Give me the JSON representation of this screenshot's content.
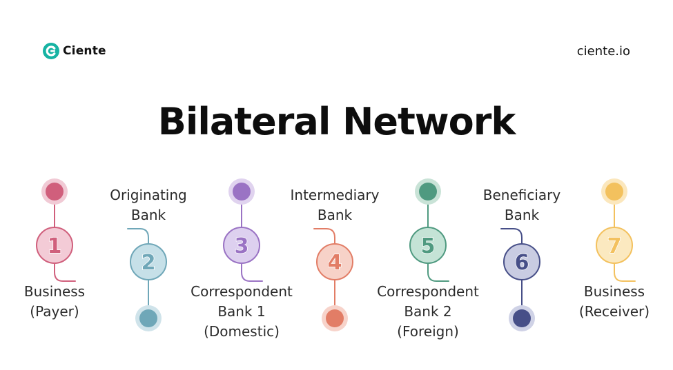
{
  "brand": {
    "name": "Ciente",
    "site": "ciente.io"
  },
  "title": "Bilateral Network",
  "steps": [
    {
      "number": "1",
      "label": [
        "Business",
        "(Payer)"
      ],
      "position": "top",
      "color": "#d05f7c",
      "fill": "#f3cbd6",
      "halo": "#f1cad5"
    },
    {
      "number": "2",
      "label": [
        "Originating",
        "Bank"
      ],
      "position": "bottom",
      "color": "#6fa7b8",
      "fill": "#c6e0e8",
      "halo": "#cfe3ea"
    },
    {
      "number": "3",
      "label": [
        "Correspondent",
        "Bank 1",
        "(Domestic)"
      ],
      "position": "top",
      "color": "#9a73c4",
      "fill": "#ddd0ef",
      "halo": "#e0d3ef"
    },
    {
      "number": "4",
      "label": [
        "Intermediary",
        "Bank"
      ],
      "position": "bottom",
      "color": "#e27d66",
      "fill": "#f7d2c8",
      "halo": "#f7d3ca"
    },
    {
      "number": "5",
      "label": [
        "Correspondent",
        "Bank 2",
        "(Foreign)"
      ],
      "position": "top",
      "color": "#4f9a80",
      "fill": "#c4e3d6",
      "halo": "#c9e3d7"
    },
    {
      "number": "6",
      "label": [
        "Beneficiary",
        "Bank"
      ],
      "position": "bottom",
      "color": "#474f88",
      "fill": "#c9cce2",
      "halo": "#cfd2e6"
    },
    {
      "number": "7",
      "label": [
        "Business",
        "(Receiver)"
      ],
      "position": "top",
      "color": "#f3c15e",
      "fill": "#fbe9c0",
      "halo": "#fbe7bd"
    }
  ]
}
